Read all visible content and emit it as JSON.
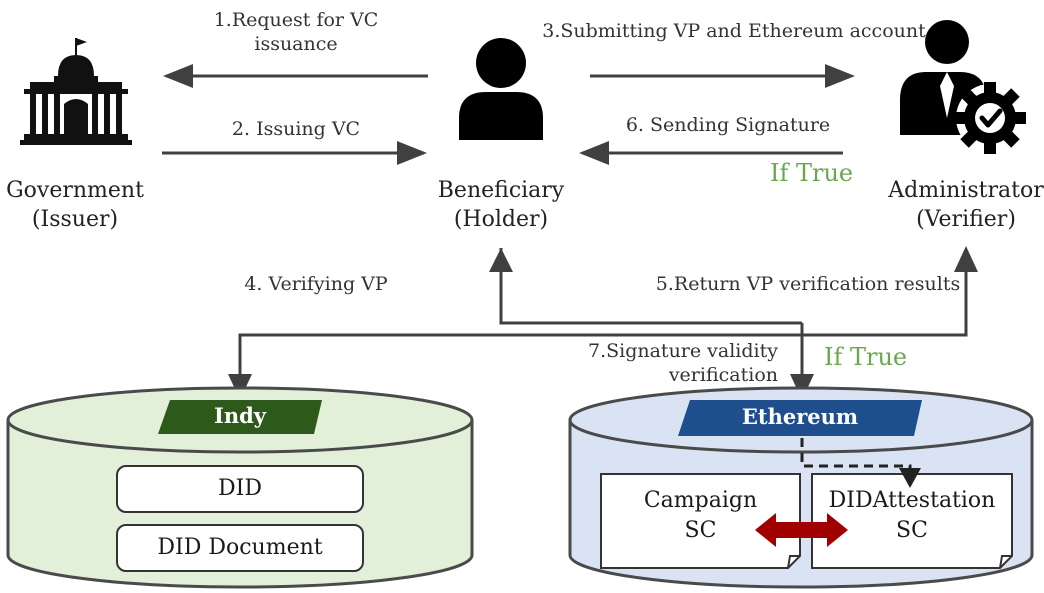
{
  "actors": {
    "government": {
      "name": "Government",
      "role": "(Issuer)"
    },
    "beneficiary": {
      "name": "Beneficiary",
      "role": "(Holder)"
    },
    "administrator": {
      "name": "Administrator",
      "role": "(Verifier)"
    }
  },
  "edges": {
    "e1_line1": "1.Request for VC",
    "e1_line2": "issuance",
    "e2": "2. Issuing VC",
    "e3": "3.Submitting VP and Ethereum account",
    "e4": "4. Verifying VP",
    "e5": "5.Return VP verification results",
    "e6": "6. Sending Signature",
    "e7_line1": "7.Signature validity",
    "e7_line2": "verification"
  },
  "conditions": {
    "if_true_top": "If True",
    "if_true_bottom": "If True"
  },
  "indy": {
    "title": "Indy",
    "did": "DID",
    "did_document": "DID Document"
  },
  "ethereum": {
    "title": "Ethereum",
    "campaign_line1": "Campaign",
    "campaign_line2": "SC",
    "attestation_line1": "DIDAttestation",
    "attestation_line2": "SC"
  },
  "colors": {
    "arrow": "#404040",
    "indy_fill": "#e2f0d9",
    "indy_tag": "#2d5a1b",
    "eth_fill": "#dae3f3",
    "eth_tag": "#1f4e8c",
    "double_arrow": "#a00000",
    "condition_text": "#6aa84f"
  },
  "icons": [
    "government-building-icon",
    "person-icon",
    "admin-gear-check-icon"
  ]
}
